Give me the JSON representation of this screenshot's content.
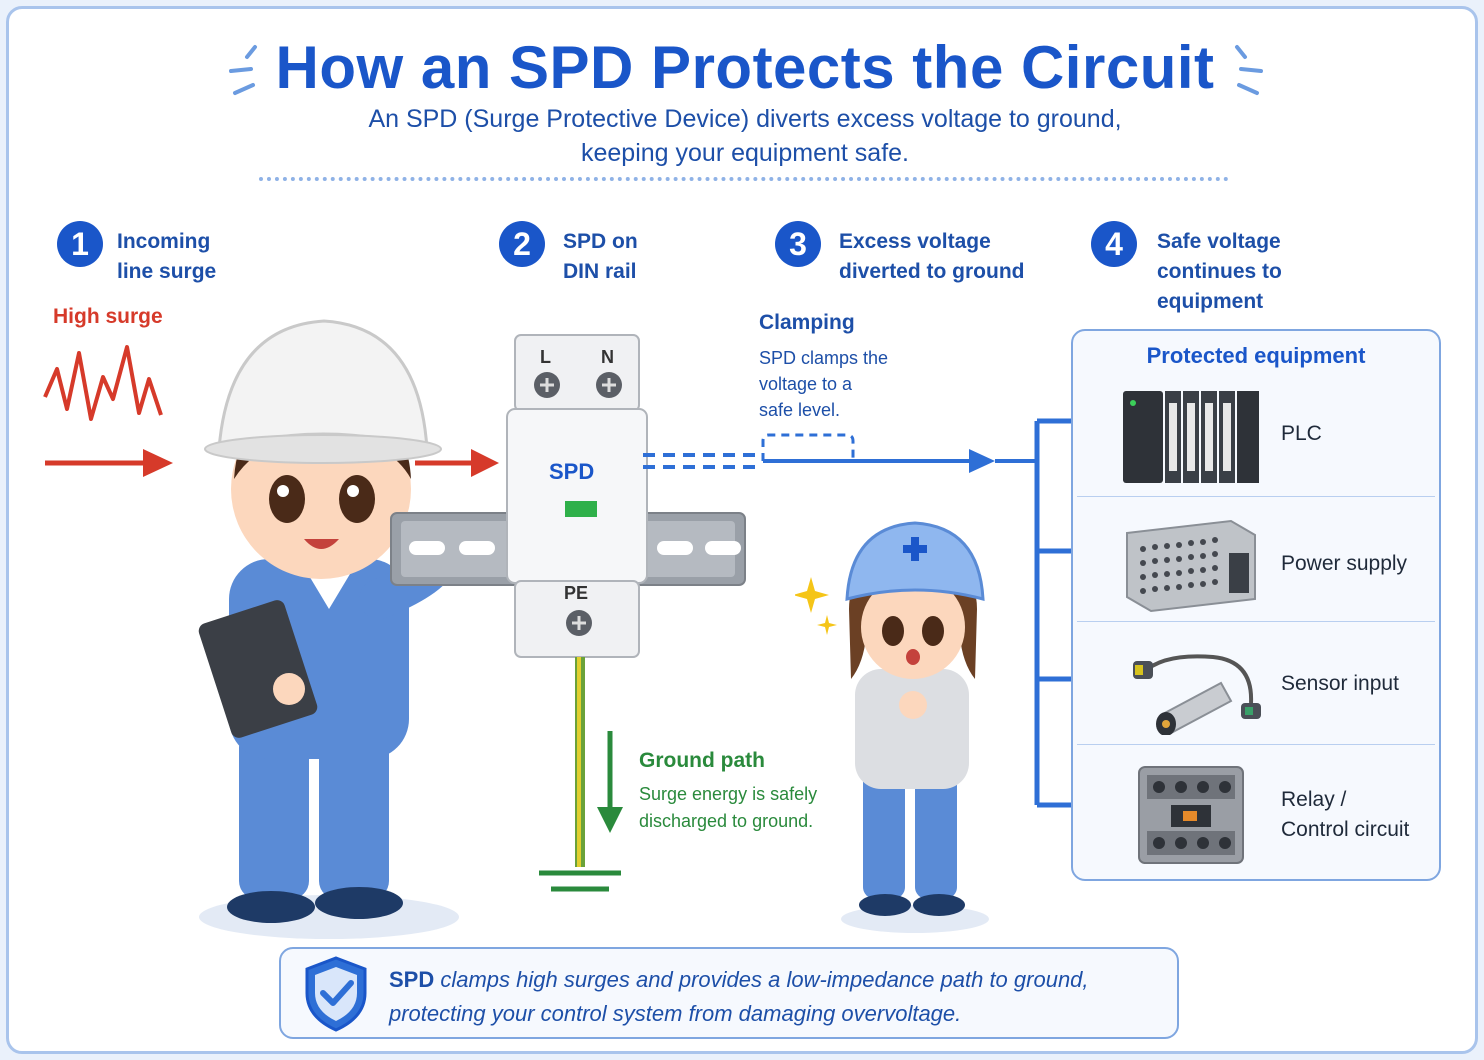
{
  "title": "How an SPD Protects the Circuit",
  "subtitle_line1": "An SPD (Surge Protective Device) diverts excess voltage to ground,",
  "subtitle_line2": "keeping your equipment safe.",
  "steps": [
    {
      "num": "1",
      "line1": "Incoming",
      "line2": "line surge",
      "line3": ""
    },
    {
      "num": "2",
      "line1": "SPD on",
      "line2": "DIN rail",
      "line3": ""
    },
    {
      "num": "3",
      "line1": "Excess voltage",
      "line2": "diverted to ground",
      "line3": ""
    },
    {
      "num": "4",
      "line1": "Safe voltage",
      "line2": "continues to",
      "line3": "equipment"
    }
  ],
  "surge_label": "High surge",
  "spd": {
    "label": "SPD",
    "terminal_l": "L",
    "terminal_n": "N",
    "terminal_pe": "PE"
  },
  "clamping": {
    "title": "Clamping",
    "line1": "SPD clamps the",
    "line2": "voltage to a",
    "line3": "safe level."
  },
  "ground": {
    "title": "Ground path",
    "line1": "Surge energy is safely",
    "line2": "discharged to ground."
  },
  "equipment": {
    "title": "Protected equipment",
    "items": [
      {
        "line1": "PLC",
        "line2": ""
      },
      {
        "line1": "Power supply",
        "line2": ""
      },
      {
        "line1": "Sensor input",
        "line2": ""
      },
      {
        "line1": "Relay /",
        "line2": "Control circuit"
      }
    ]
  },
  "bottom": {
    "bold": "SPD",
    "rest1": " clamps high surges and provides a low-impedance path to ground,",
    "line2": "protecting your control system from damaging overvoltage."
  },
  "colors": {
    "blue": "#1a56c9",
    "red": "#d63a2a",
    "green": "#2a8a3c",
    "light_blue": "#7fa6e0"
  }
}
